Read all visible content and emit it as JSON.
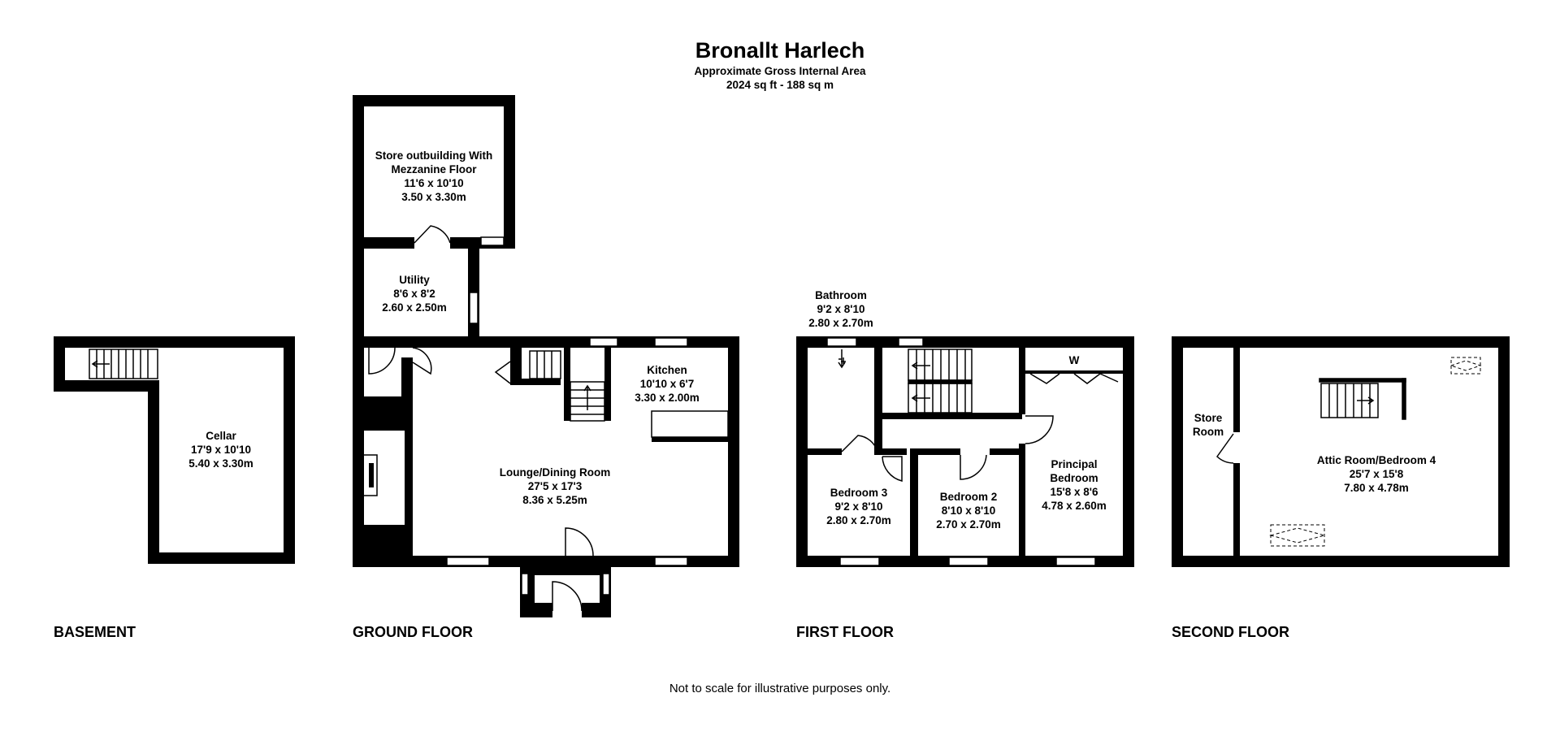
{
  "header": {
    "title": "Bronallt Harlech",
    "subtitle": "Approximate Gross Internal Area",
    "area": "2024 sq ft - 188 sq m"
  },
  "footer": {
    "note": "Not to scale for illustrative purposes only."
  },
  "floors": {
    "basement": "BASEMENT",
    "ground": "GROUND FLOOR",
    "first": "FIRST FLOOR",
    "second": "SECOND FLOOR"
  },
  "rooms": {
    "cellar": {
      "name": "Cellar",
      "imperial": "17'9 x 10'10",
      "metric": "5.40 x 3.30m"
    },
    "store_outbuilding": {
      "name_line1": "Store outbuilding With",
      "name_line2": "Mezzanine Floor",
      "imperial": "11'6 x 10'10",
      "metric": "3.50 x 3.30m"
    },
    "utility": {
      "name": "Utility",
      "imperial": "8'6 x 8'2",
      "metric": "2.60 x 2.50m"
    },
    "kitchen": {
      "name": "Kitchen",
      "imperial": "10'10 x 6'7",
      "metric": "3.30 x 2.00m"
    },
    "lounge": {
      "name": "Lounge/Dining Room",
      "imperial": "27'5 x 17'3",
      "metric": "8.36 x 5.25m"
    },
    "bathroom": {
      "name": "Bathroom",
      "imperial": "9'2 x 8'10",
      "metric": "2.80 x 2.70m"
    },
    "wardrobe": {
      "name": "W"
    },
    "bedroom3": {
      "name": "Bedroom 3",
      "imperial": "9'2 x 8'10",
      "metric": "2.80 x 2.70m"
    },
    "bedroom2": {
      "name": "Bedroom 2",
      "imperial": "8'10 x 8'10",
      "metric": "2.70 x 2.70m"
    },
    "principal": {
      "name_line1": "Principal",
      "name_line2": "Bedroom",
      "imperial": "15'8 x 8'6",
      "metric": "4.78 x 2.60m"
    },
    "store_room": {
      "name_line1": "Store",
      "name_line2": "Room"
    },
    "attic": {
      "name": "Attic Room/Bedroom 4",
      "imperial": "25'7 x 15'8",
      "metric": "7.80 x 4.78m"
    }
  }
}
